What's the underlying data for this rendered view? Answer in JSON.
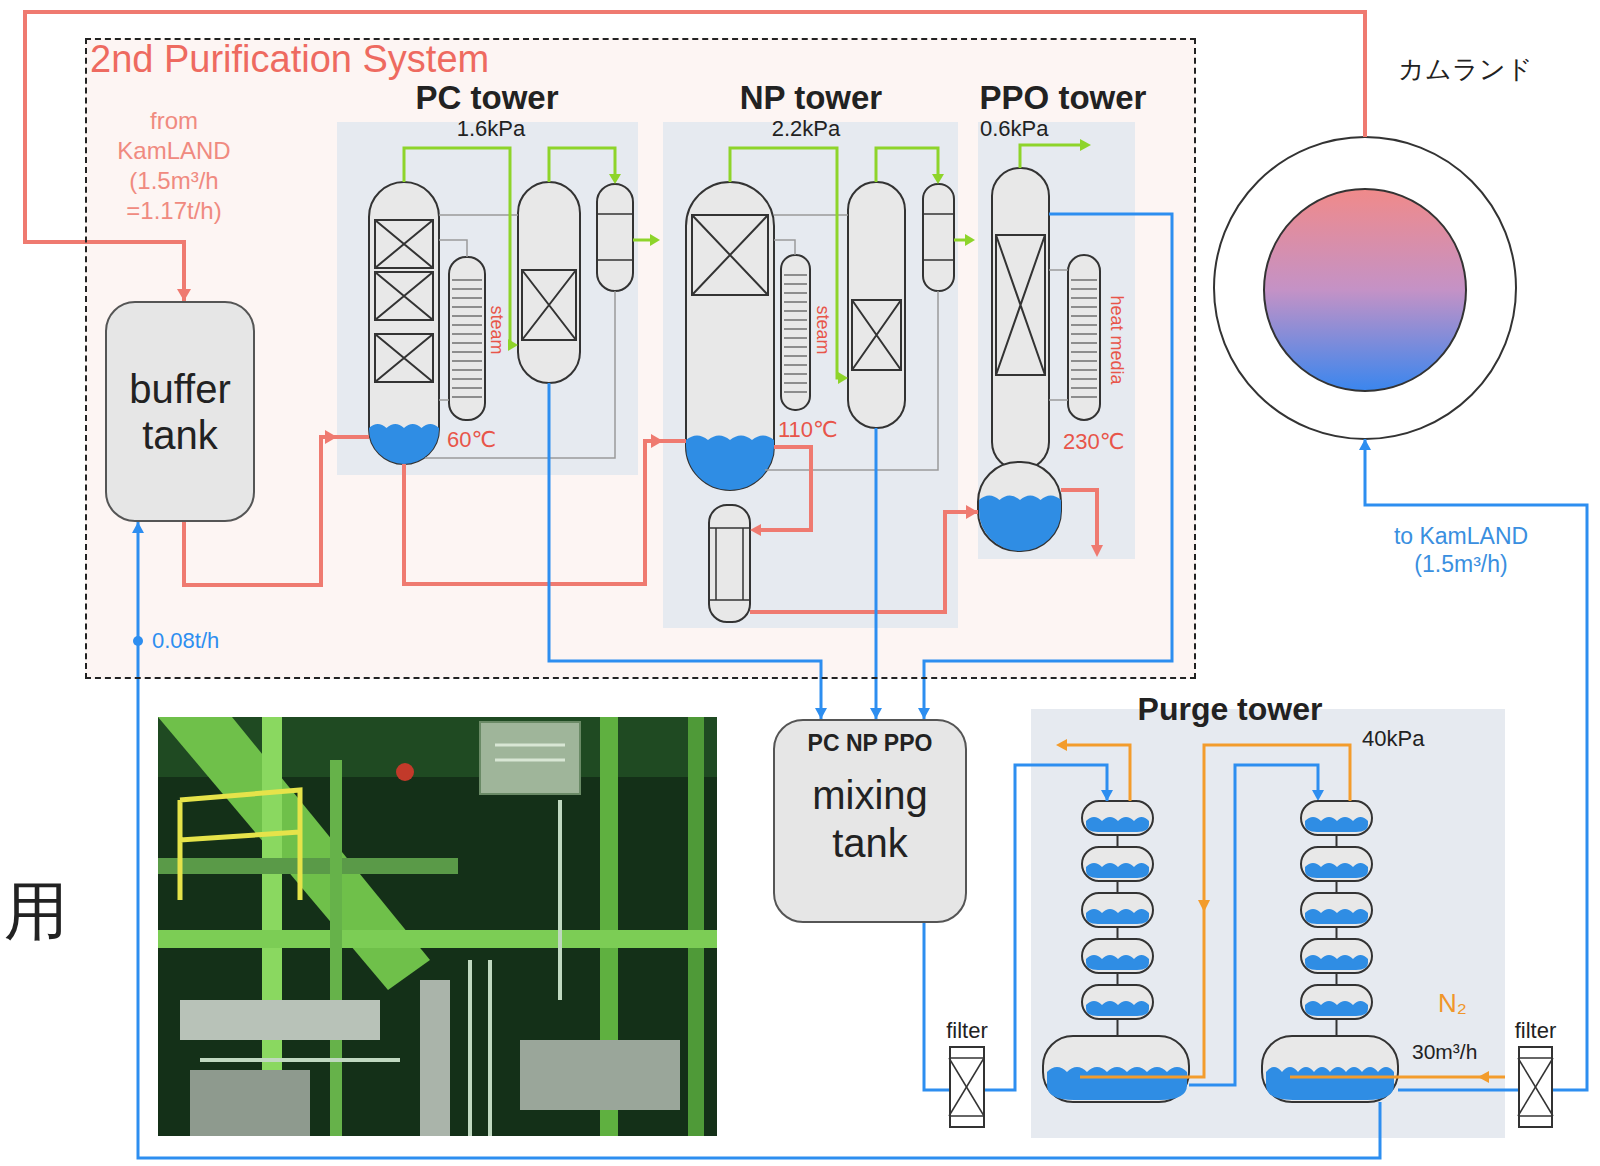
{
  "diagram": {
    "nodes": [
      {
        "text": [
          "2nd Purification System"
        ]
      },
      {
        "text": [
          "buffer tank"
        ],
        "in": 0
      },
      {
        "text": [
          "PC tower",
          "1.6kPa",
          "steam",
          "60℃"
        ],
        "in": 0
      },
      {
        "text": [
          "NP tower",
          "2.2kPa",
          "steam",
          "110℃"
        ],
        "in": 0
      },
      {
        "text": [
          "PPO tower",
          "0.6kPa",
          "heat media",
          "230℃"
        ],
        "in": 0
      },
      {
        "text": [
          "カムランド"
        ]
      },
      {
        "text": [
          "PC NP PPO",
          "mixing tank"
        ]
      },
      {
        "text": [
          "filter"
        ]
      },
      {
        "text": [
          "Purge tower",
          "40kPa"
        ]
      },
      {
        "text": [
          "filter"
        ]
      }
    ],
    "edges": [
      {
        "from": 5,
        "to": 1,
        "arrow": "to"
      },
      {
        "from": 1,
        "to": 2,
        "arrow": "to"
      },
      {
        "from": 2,
        "to": 3,
        "arrow": "to"
      },
      {
        "from": 3,
        "to": 4,
        "arrow": "to"
      },
      {
        "from": 2,
        "to": 6,
        "arrow": "to"
      },
      {
        "from": 3,
        "to": 6,
        "arrow": "to"
      },
      {
        "from": 4,
        "to": 6,
        "arrow": "to"
      },
      {
        "from": 6,
        "to": 7,
        "arrow": "none"
      },
      {
        "from": 7,
        "to": 8,
        "arrow": "to"
      },
      {
        "from": 8,
        "to": 9,
        "arrow": "none"
      },
      {
        "from": 9,
        "to": 5,
        "arrow": "to"
      },
      {
        "from": 8,
        "to": 1,
        "arrow": "to"
      }
    ],
    "labels": [
      "from KamLAND (1.5m³/h =1.17t/h)",
      "0.08t/h",
      "to KamLAND (1.5m³/h)",
      "N₂",
      "30m³/h",
      "用"
    ]
  }
}
